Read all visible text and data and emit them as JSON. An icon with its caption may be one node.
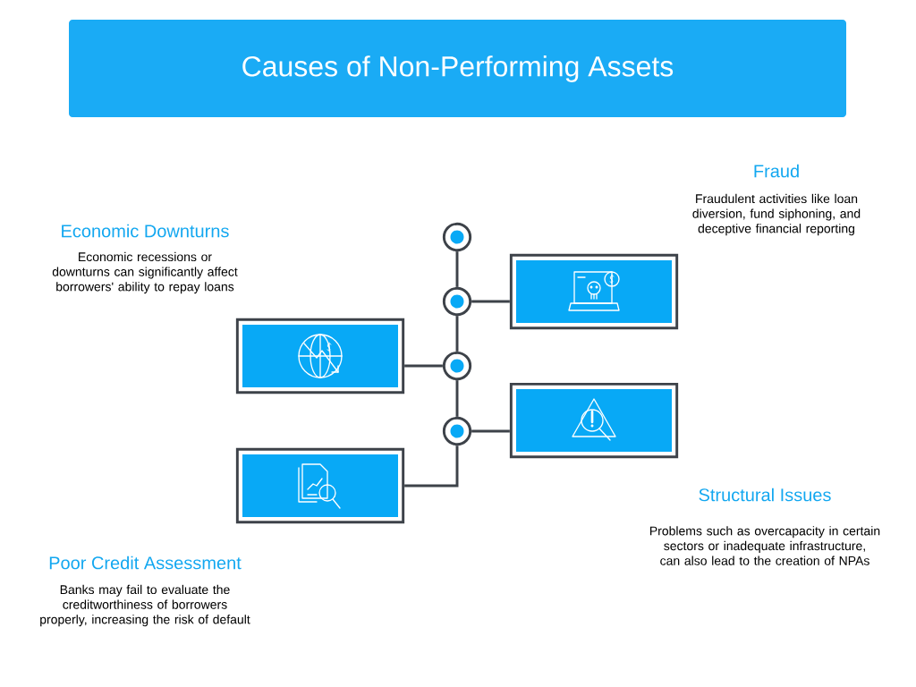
{
  "diagram": {
    "title": "Causes of Non-Performing Assets",
    "nodes": [
      {
        "text": [],
        "shape": "circle"
      },
      {
        "text": [],
        "shape": "box",
        "beside": [
          "Fraud",
          "Fraudulent activities like loan diversion, fund siphoning, and deceptive financial reporting"
        ]
      },
      {
        "text": [],
        "shape": "circle"
      },
      {
        "text": [],
        "shape": "box",
        "beside": [
          "Economic Downturns",
          "Economic recessions or downturns can significantly affect borrowers' ability to repay loans"
        ]
      },
      {
        "text": [],
        "shape": "circle"
      },
      {
        "text": [],
        "shape": "box",
        "beside": [
          "Structural Issues",
          "Problems such as overcapacity in certain sectors or inadequate infrastructure, can also lead to the creation of NPAs"
        ]
      },
      {
        "text": [],
        "shape": "circle"
      },
      {
        "text": [],
        "shape": "box",
        "beside": [
          "Poor Credit Assessment",
          "Banks may fail to evaluate the creditworthiness of borrowers properly, increasing the risk of default"
        ]
      }
    ],
    "edges": [
      {
        "from": 0,
        "to": 2,
        "arrow": "none"
      },
      {
        "from": 2,
        "to": 4,
        "arrow": "none"
      },
      {
        "from": 4,
        "to": 6,
        "arrow": "none"
      },
      {
        "from": 2,
        "to": 1,
        "arrow": "none"
      },
      {
        "from": 4,
        "to": 3,
        "arrow": "none"
      },
      {
        "from": 6,
        "to": 5,
        "arrow": "none"
      },
      {
        "from": 6,
        "to": 7,
        "arrow": "none"
      }
    ]
  }
}
